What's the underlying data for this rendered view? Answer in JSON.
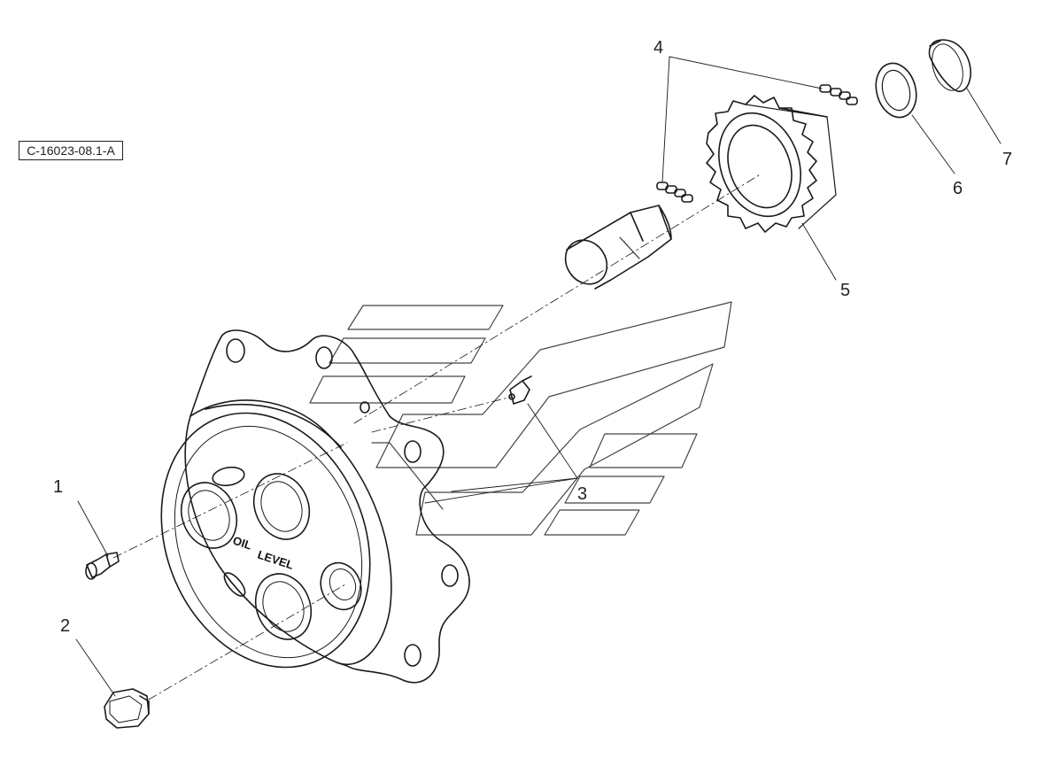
{
  "drawing": {
    "reference": "C-16023-08.1-A",
    "callouts": [
      "1",
      "2",
      "3",
      "4",
      "5",
      "6",
      "7"
    ],
    "hub_text": {
      "oil": "OIL",
      "level": "LEVEL"
    }
  }
}
